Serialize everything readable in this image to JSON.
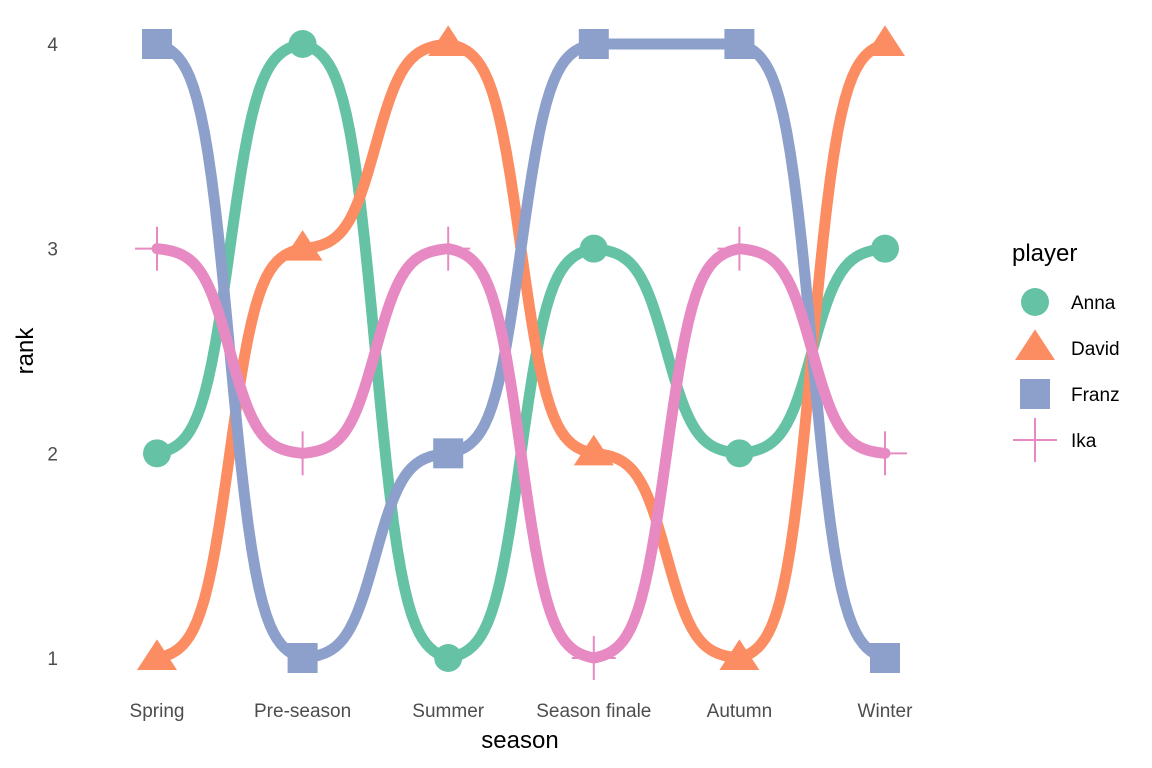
{
  "chart_data": {
    "type": "line",
    "subtype": "bump",
    "xlabel": "season",
    "ylabel": "rank",
    "categories": [
      "Spring",
      "Pre-season",
      "Summer",
      "Season finale",
      "Autumn",
      "Winter"
    ],
    "y_ticks": [
      1,
      2,
      3,
      4
    ],
    "ylim": [
      1,
      4
    ],
    "grid": false,
    "legend": {
      "title": "player",
      "position": "right"
    },
    "series": [
      {
        "name": "Anna",
        "values": [
          2,
          4,
          1,
          3,
          2,
          3
        ],
        "color": "#66C2A5",
        "marker": "circle"
      },
      {
        "name": "David",
        "values": [
          1,
          3,
          4,
          2,
          1,
          4
        ],
        "color": "#FC8D62",
        "marker": "triangle"
      },
      {
        "name": "Franz",
        "values": [
          4,
          1,
          2,
          4,
          4,
          1
        ],
        "color": "#8DA0CB",
        "marker": "square"
      },
      {
        "name": "Ika",
        "values": [
          3,
          2,
          3,
          1,
          3,
          2
        ],
        "color": "#E78AC3",
        "marker": "cross"
      }
    ]
  }
}
